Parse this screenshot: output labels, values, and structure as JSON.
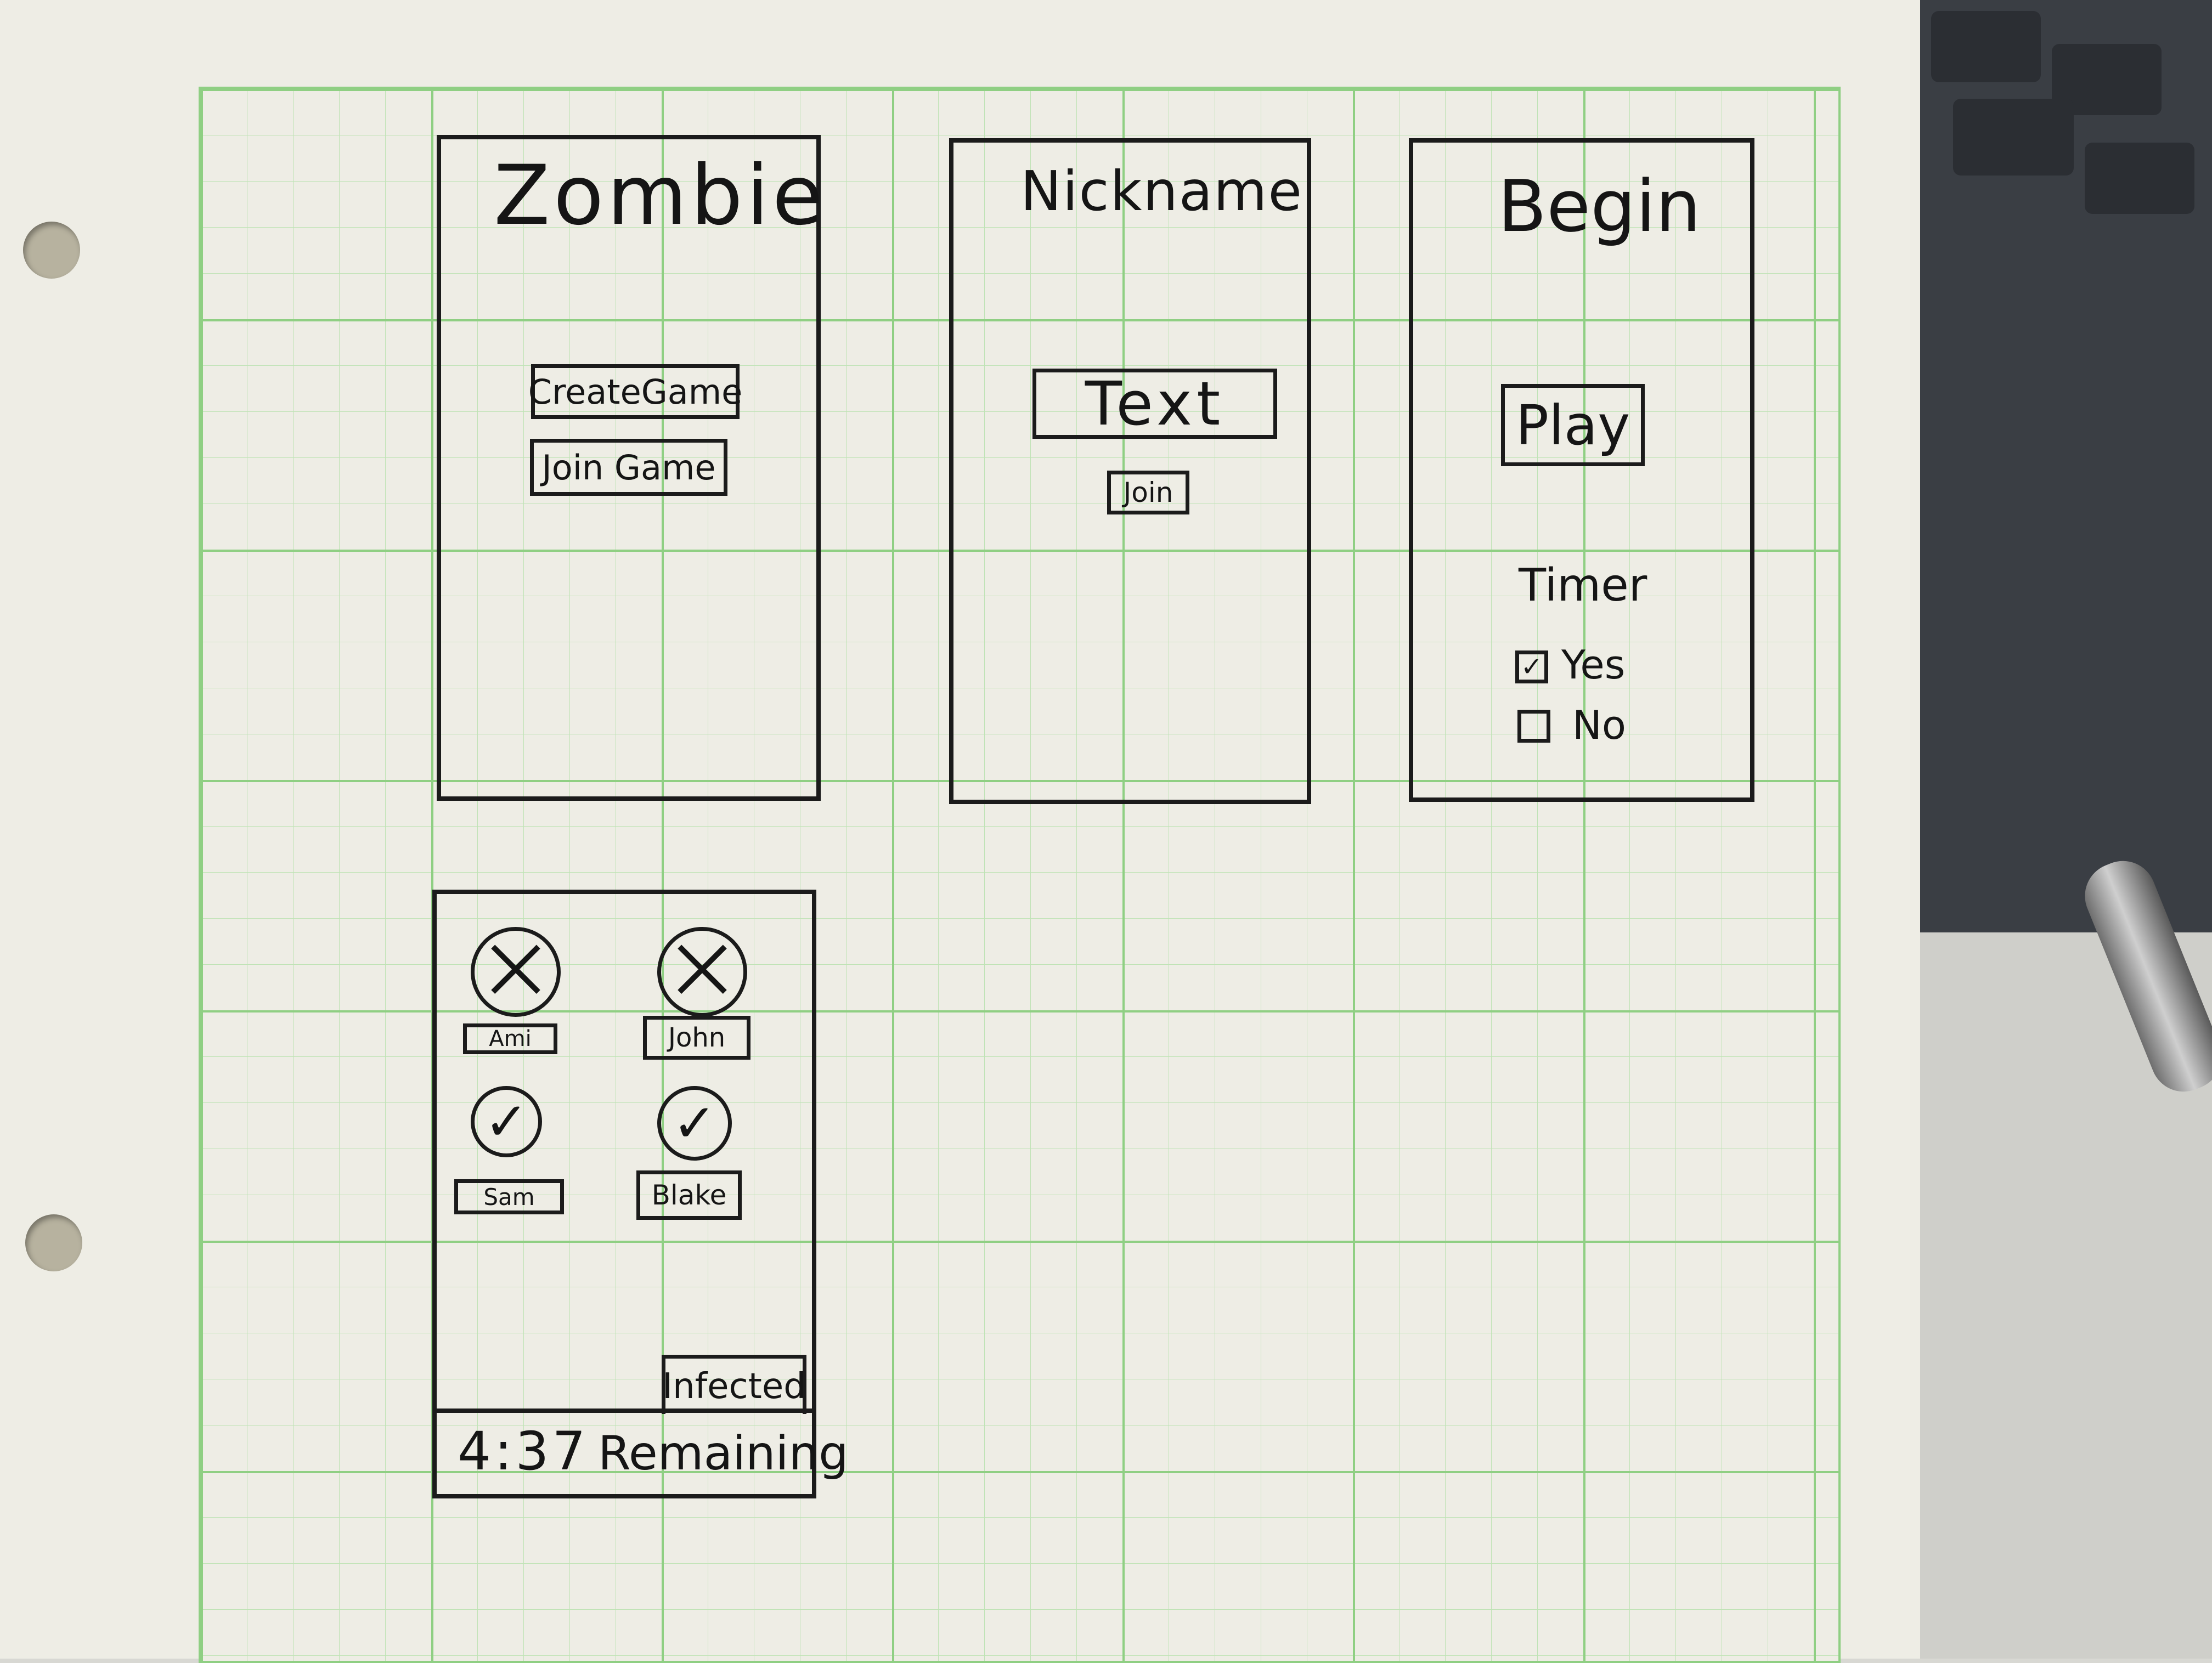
{
  "screen_create": {
    "title": "Zombie",
    "create_label": "CreateGame",
    "join_label": "Join Game"
  },
  "screen_nickname": {
    "title": "Nickname",
    "input_value": "Text",
    "join_label": "Join"
  },
  "screen_begin": {
    "title": "Begin",
    "play_label": "Play",
    "timer_label": "Timer",
    "timer_options": [
      {
        "label": "Yes",
        "checked": true,
        "mark": "✓"
      },
      {
        "label": "No",
        "checked": false,
        "mark": ""
      }
    ]
  },
  "screen_game": {
    "players": [
      {
        "name": "Ami",
        "status": "infected",
        "mark": "⨉"
      },
      {
        "name": "John",
        "status": "infected",
        "mark": "⨉"
      },
      {
        "name": "Sam",
        "status": "alive",
        "mark": "✓"
      },
      {
        "name": "Blake",
        "status": "alive",
        "mark": "✓"
      }
    ],
    "infected_label": "Infected",
    "timer_value": "4:37",
    "remaining_label": "Remaining"
  }
}
